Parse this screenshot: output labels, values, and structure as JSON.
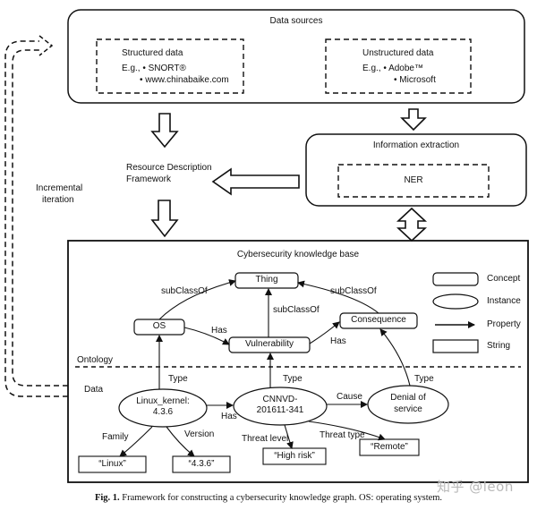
{
  "data_sources": {
    "title": "Data sources",
    "structured": {
      "title": "Structured data",
      "eg": "E.g., • SNORT®",
      "item2": "• www.chinabaike.com"
    },
    "unstructured": {
      "title": "Unstructured data",
      "eg": "E.g., • Adobe™",
      "item2": "• Microsoft"
    }
  },
  "rdf": {
    "line1": "Resource Description",
    "line2": "Framework"
  },
  "info_extraction": {
    "title": "Information extraction",
    "ner": "NER"
  },
  "incremental": {
    "line1": "Incremental",
    "line2": "iteration"
  },
  "kb": {
    "title": "Cybersecurity knowledge base",
    "ontology_label": "Ontology",
    "data_label": "Data",
    "nodes": {
      "thing": "Thing",
      "os": "OS",
      "vulnerability": "Vulnerability",
      "consequence": "Consequence",
      "linux_kernel_1": "Linux_kernel:",
      "linux_kernel_2": "4.3.6",
      "cnnvd_1": "CNNVD-",
      "cnnvd_2": "201611-341",
      "denial_1": "Denial of",
      "denial_2": "service",
      "linux": "“Linux”",
      "version_val": "“4.3.6”",
      "high_risk": "“High risk”",
      "remote": "“Remote”"
    },
    "edges": {
      "subclassof_left": "subClassOf",
      "subclassof_mid": "subClassOf",
      "subclassof_right": "subClassOf",
      "has_os_vuln": "Has",
      "has_vuln_cons": "Has",
      "type_os": "Type",
      "type_vuln": "Type",
      "type_cons": "Type",
      "has_linux_cnnvd": "Has",
      "cause": "Cause",
      "family": "Family",
      "version": "Version",
      "threat_level": "Threat level",
      "threat_type": "Threat type"
    },
    "legend": {
      "concept": "Concept",
      "instance": "Instance",
      "property": "Property",
      "string": "String"
    }
  },
  "caption": {
    "label": "Fig. 1.",
    "text": "Framework for constructing a cybersecurity knowledge graph. OS: operating system."
  },
  "watermark": "知乎 @leon"
}
